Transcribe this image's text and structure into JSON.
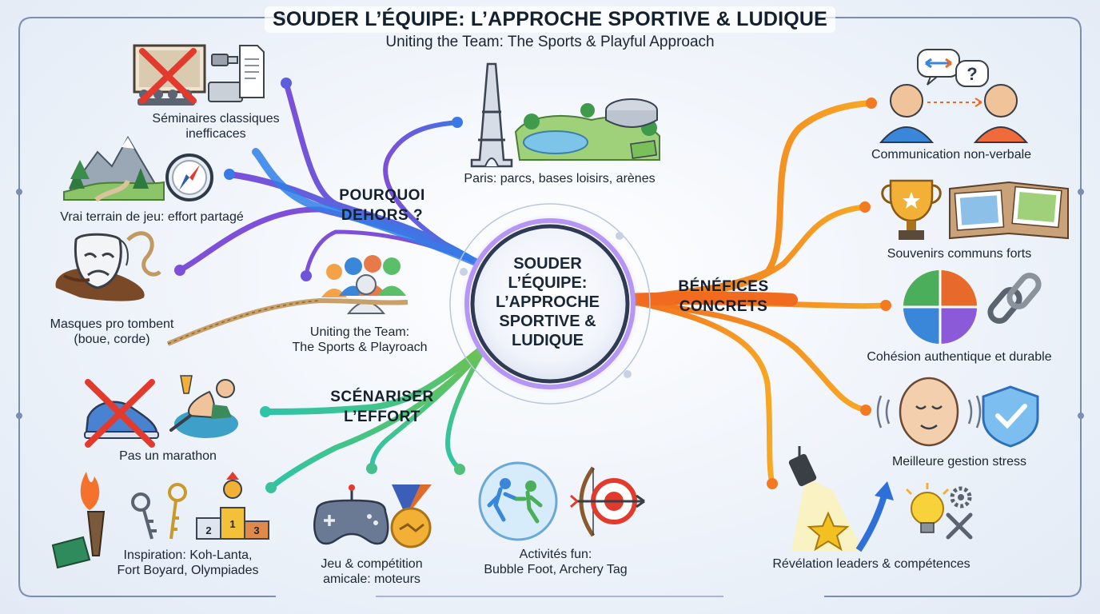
{
  "title": "SOUDER L’ÉQUIPE: L’APPROCHE SPORTIVE & LUDIQUE",
  "subtitle": "Uniting the Team: The Sports & Playful Approach",
  "center": {
    "line1": "SOUDER",
    "line2": "L’ÉQUIPE:",
    "line3": "L’APPROCHE",
    "line4": "SPORTIVE &",
    "line5": "LUDIQUE"
  },
  "branches": {
    "pourquoi": {
      "line1": "POURQUOI",
      "line2": "DEHORS ?",
      "color": "#3b78e0"
    },
    "scenariser": {
      "line1": "SCÉNARISER",
      "line2": "L’EFFORT",
      "color": "#3fb57a"
    },
    "benefices": {
      "line1": "BÉNÉFICES",
      "line2": "CONCRETS",
      "color": "#f2862a"
    }
  },
  "nodes": {
    "seminaires": {
      "line1": "Séminaires classiques",
      "line2": "inefficaces",
      "icon": "crossed-seminar-icon"
    },
    "terrain": {
      "line1": "Vrai terrain de jeu: effort partagé",
      "icon": "mountain-compass-icon"
    },
    "masques": {
      "line1": "Masques pro tombent",
      "line2": "(boue, corde)",
      "icon": "mask-mud-rope-icon"
    },
    "paris": {
      "line1": "Paris: parcs, bases loisirs, arènes",
      "icon": "eiffel-park-arena-icon"
    },
    "uniting": {
      "line1": "Uniting the Team:",
      "line2": "The Sports & Playroach",
      "icon": "team-rope-icon"
    },
    "marathon": {
      "line1": "Pas un marathon",
      "icon": "crossed-shoe-relax-icon"
    },
    "inspiration": {
      "line1": "Inspiration: Koh-Lanta,",
      "line2": "Fort Boyard, Olympiades",
      "icon": "torch-keys-podium-icon"
    },
    "jeu": {
      "line1": "Jeu & compétition",
      "line2": "amicale: moteurs",
      "icon": "gamepad-medal-icon"
    },
    "activites": {
      "line1": "Activités fun:",
      "line2": "Bubble Foot, Archery Tag",
      "icon": "bubble-archery-icon"
    },
    "communication": {
      "line1": "Communication non-verbale",
      "icon": "two-heads-speech-icon"
    },
    "souvenirs": {
      "line1": "Souvenirs communs forts",
      "icon": "trophy-album-icon"
    },
    "cohesion": {
      "line1": "Cohésion authentique et durable",
      "icon": "puzzle-chain-icon"
    },
    "stress": {
      "line1": "Meilleure gestion stress",
      "icon": "calm-face-shield-icon"
    },
    "revelation": {
      "line1": "Révélation leaders & compétences",
      "icon": "spotlight-star-bulb-icon"
    }
  }
}
